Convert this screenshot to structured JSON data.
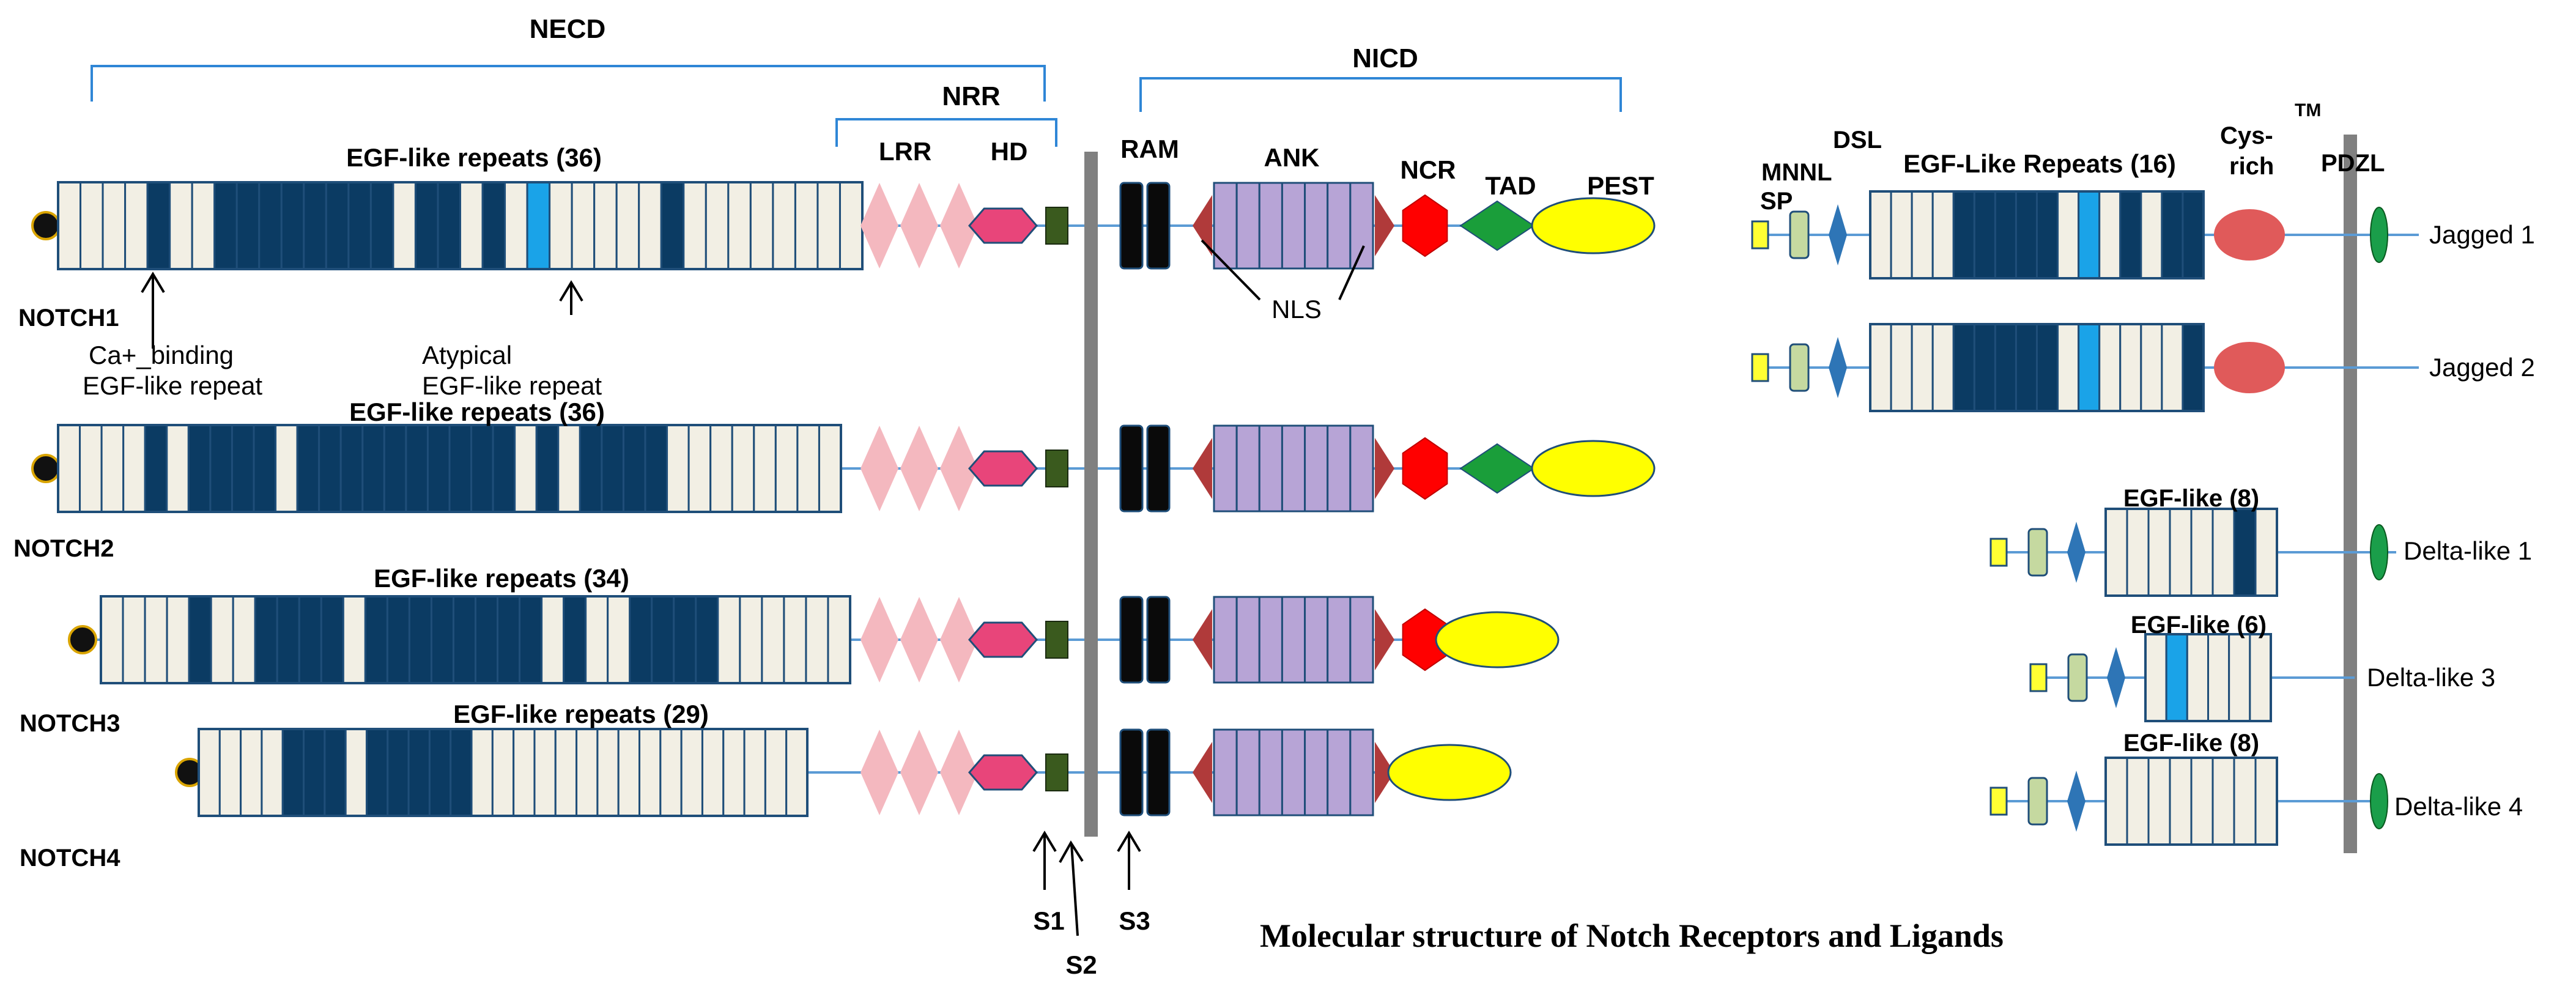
{
  "colors": {
    "light": "#f2efe4",
    "dark": "#0b3b63",
    "cyan": "#1aa3e8",
    "stroke": "#1f4e79",
    "line": "#5b9bd5",
    "lrr": "#f4b8bf",
    "hd": "#e8457a",
    "tm_box": "#3a5a1e",
    "ram": "#0a0a0a",
    "ank": "#b7a4d6",
    "nls": "#b03a3a",
    "ncr": "#ff0000",
    "tad": "#1a9e3a",
    "pest": "#ffff00",
    "sp": "#ffff33",
    "mnnl": "#c5d9a0",
    "dsl": "#2e75b6",
    "cys": "#e05a5a",
    "pdzl": "#1a9e4a",
    "membrane": "#808080",
    "bracket": "#2f86d6"
  },
  "regions": {
    "necd": "NECD",
    "nrr": "NRR",
    "nicd": "NICD"
  },
  "domain_labels": {
    "lrr": "LRR",
    "hd": "HD",
    "ram": "RAM",
    "ank": "ANK",
    "ncr": "NCR",
    "tad": "TAD",
    "pest": "PEST",
    "nls": "NLS"
  },
  "notch1": {
    "name": "NOTCH1",
    "repeats_label": "EGF-like repeats (36)",
    "repeats": "LLLLDLLDDDDDDDDLDDLDLCLLLLLDLLLLLLLL",
    "ca_label_line1": "Ca+_binding",
    "ca_label_line2": "EGF-like repeat",
    "atypical_line1": "Atypical",
    "atypical_line2": "EGF-like repeat"
  },
  "notch2": {
    "name": "NOTCH2",
    "repeats_label": "EGF-like repeats (36)",
    "repeats": "LLLLDLDDDDLDDDDDDDDDDLDLDDDDLLLLLLLL"
  },
  "notch3": {
    "name": "NOTCH3",
    "repeats_label": "EGF-like repeats (34)",
    "repeats": "LLLLDLLDDDDLDDDDDDDDLDLLDDDDLLLLLL"
  },
  "notch4": {
    "name": "NOTCH4",
    "repeats_label": "EGF-like repeats (29)",
    "repeats": "LLLLDDDLDDDDDLLLLLLLLLLLLLLLL"
  },
  "cleavage": {
    "s1": "S1",
    "s2": "S2",
    "s3": "S3"
  },
  "ligand_labels": {
    "sp": "SP",
    "mnnl": "MNNL",
    "dsl": "DSL",
    "cys_line1": "Cys-",
    "cys_line2": "rich",
    "tm": "TM",
    "pdzl": "PDZL"
  },
  "jagged1": {
    "name": "Jagged 1",
    "repeats_label": "EGF-Like Repeats (16)",
    "repeats": "LLLLDDDDDLCLDLDD"
  },
  "jagged2": {
    "name": "Jagged 2",
    "repeats": "LLLLDDDDDLCLLLLD"
  },
  "delta1": {
    "name": "Delta-like 1",
    "repeats_label": "EGF-like (8)",
    "repeats": "LLLLLLDL"
  },
  "delta3": {
    "name": "Delta-like 3",
    "repeats_label": "EGF-like (6)",
    "repeats": "LCLLLL"
  },
  "delta4": {
    "name": "Delta-like 4",
    "repeats_label": "EGF-like (8)",
    "repeats": "LLLLLLLL"
  },
  "caption": "Molecular structure of Notch Receptors and Ligands"
}
